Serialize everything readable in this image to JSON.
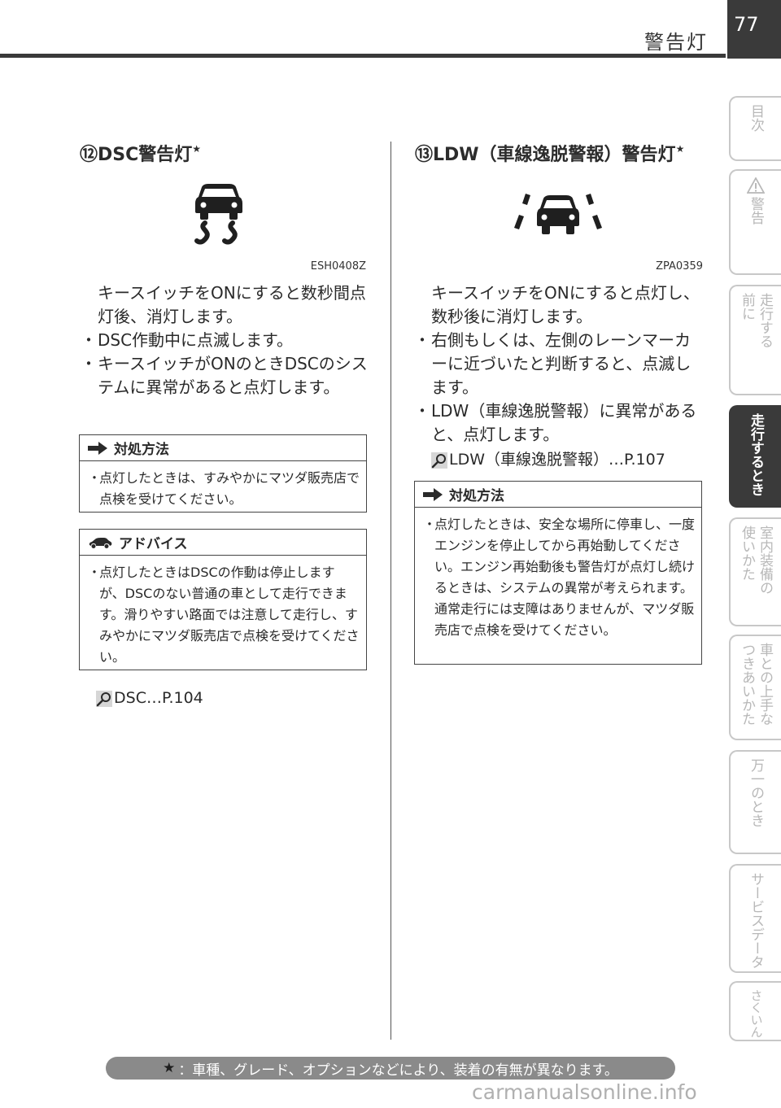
{
  "header": {
    "title": "警告灯",
    "page_number": "77"
  },
  "side_tabs": [
    {
      "cols": [
        "目次"
      ]
    },
    {
      "cols": [
        "警告"
      ],
      "icon": "warning-triangle-icon"
    },
    {
      "cols": [
        "走行する",
        "前に"
      ]
    },
    {
      "cols": [
        "走行するとき"
      ],
      "active": true
    },
    {
      "cols": [
        "室内装備の",
        "使いかた"
      ]
    },
    {
      "cols": [
        "車との上手な",
        "つきあいかた"
      ]
    },
    {
      "cols": [
        "万一のとき"
      ]
    },
    {
      "cols": [
        "サービスデータ"
      ]
    },
    {
      "cols": [
        "さくいん"
      ]
    }
  ],
  "left": {
    "title": "⑫DSC警告灯",
    "title_mark": "★",
    "icon": "skid-car-icon",
    "code": "ESH0408Z",
    "intro": "キースイッチをONにすると数秒間点灯後、消灯します。",
    "bullets": [
      "DSC作動中に点滅します。",
      "キースイッチがONのときDSCのシステムに異常があると点灯します。"
    ],
    "action_box": {
      "title": "対処方法",
      "items": [
        "点灯したときは、すみやかにマツダ販売店で点検を受けてください。"
      ]
    },
    "advice_box": {
      "title": "アドバイス",
      "items": [
        "点灯したときはDSCの作動は停止しますが、DSCのない普通の車として走行できます。滑りやすい路面では注意して走行し、すみやかにマツダ販売店で点検を受けてください。"
      ]
    },
    "reference": "DSC…P.104"
  },
  "right": {
    "title": "⑬LDW（車線逸脱警報）警告灯",
    "title_mark": "★",
    "icon": "lane-departure-icon",
    "code": "ZPA0359",
    "intro": "キースイッチをONにすると点灯し、数秒後に消灯します。",
    "bullets": [
      "右側もしくは、左側のレーンマーカーに近づいたと判断すると、点滅します。",
      "LDW（車線逸脱警報）に異常があると、点灯します。"
    ],
    "reference": "LDW（車線逸脱警報）…P.107",
    "action_box": {
      "title": "対処方法",
      "items": [
        "点灯したときは、安全な場所に停車し、一度エンジンを停止してから再始動してください。エンジン再始動後も警告灯が点灯し続けるときは、システムの異常が考えられます。通常走行には支障はありませんが、マツダ販売店で点検を受けてください。"
      ]
    }
  },
  "footer": {
    "star": "★",
    "note": "：車種、グレード、オプションなどにより、装着の有無が異なります。"
  },
  "watermark": "carmanualsonline.info"
}
